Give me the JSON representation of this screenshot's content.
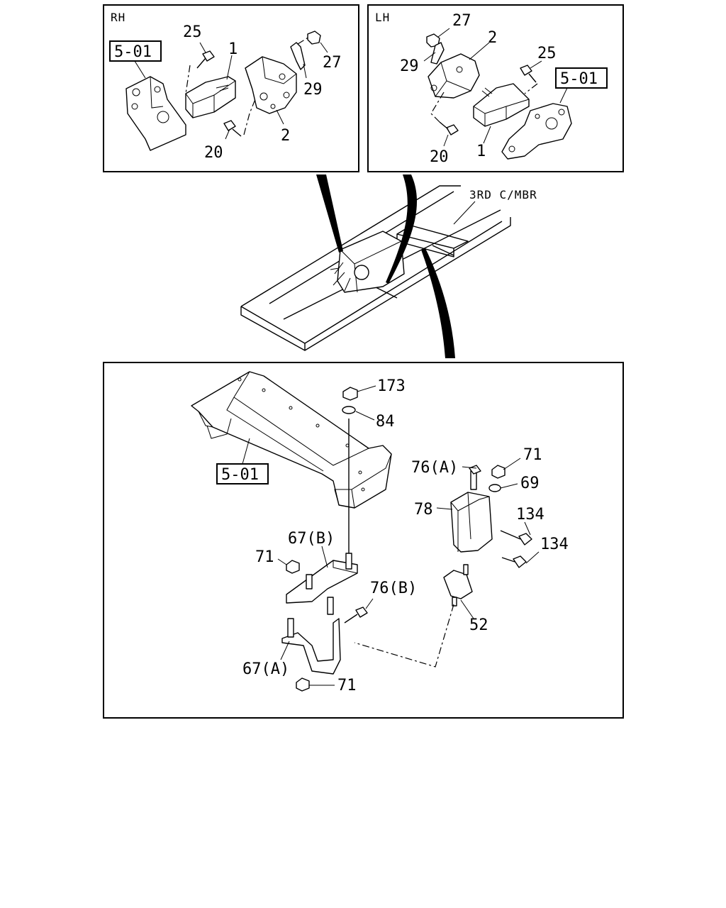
{
  "rh": {
    "title": "RH",
    "ref": "5-01",
    "callouts": {
      "c25": "25",
      "c1": "1",
      "c27": "27",
      "c29": "29",
      "c2": "2",
      "c20": "20"
    }
  },
  "lh": {
    "title": "LH",
    "ref": "5-01",
    "callouts": {
      "c27": "27",
      "c2": "2",
      "c29": "29",
      "c25": "25",
      "c20": "20",
      "c1": "1"
    }
  },
  "overview": {
    "member_label": "3RD C/MBR"
  },
  "bottom": {
    "ref": "5-01",
    "callouts": {
      "c173": "173",
      "c84": "84",
      "c71a": "71",
      "c76a": "76(A)",
      "c69": "69",
      "c78": "78",
      "c134a": "134",
      "c134b": "134",
      "c67b": "67(B)",
      "c71b": "71",
      "c76b": "76(B)",
      "c52": "52",
      "c67a": "67(A)",
      "c71c": "71"
    }
  }
}
